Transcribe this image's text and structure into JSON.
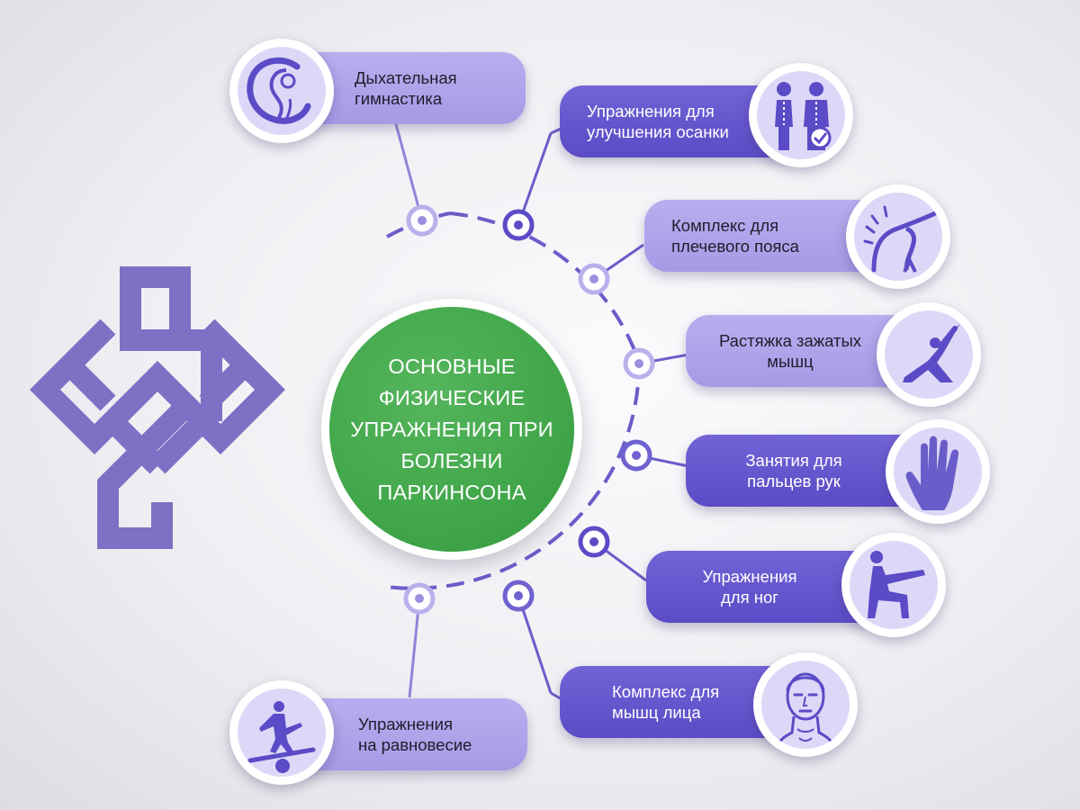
{
  "center": {
    "title": "ОСНОВНЫЕ\nФИЗИЧЕСКИЕ\nУПРАЖНЕНИЯ ПРИ\nБОЛЕЗНИ\nПАРКИНСОНА"
  },
  "colors": {
    "center": "#3ea447",
    "pill_light": "#aaa0e8",
    "pill_dark": "#5f50c9",
    "line": "#6a5dc9",
    "knot": "#7c71c4",
    "icon_background": "#ddd8f7"
  },
  "decoration": {
    "icon": "endless-knot-icon"
  },
  "items": [
    {
      "label": "Дыхательная\nгимнастика",
      "icon": "breathing-icon"
    },
    {
      "label": "Упражнения для\nулучшения осанки",
      "icon": "posture-icon"
    },
    {
      "label": "Комплекс для\nплечевого пояса",
      "icon": "shoulder-icon"
    },
    {
      "label": "Растяжка зажатых\nмышц",
      "icon": "stretch-icon"
    },
    {
      "label": "Занятия для\nпальцев рук",
      "icon": "hand-icon"
    },
    {
      "label": "Упражнения\nдля ног",
      "icon": "squat-icon"
    },
    {
      "label": "Комплекс для\nмышц лица",
      "icon": "face-icon"
    },
    {
      "label": "Упражнения\nна равновесие",
      "icon": "balance-icon"
    }
  ]
}
